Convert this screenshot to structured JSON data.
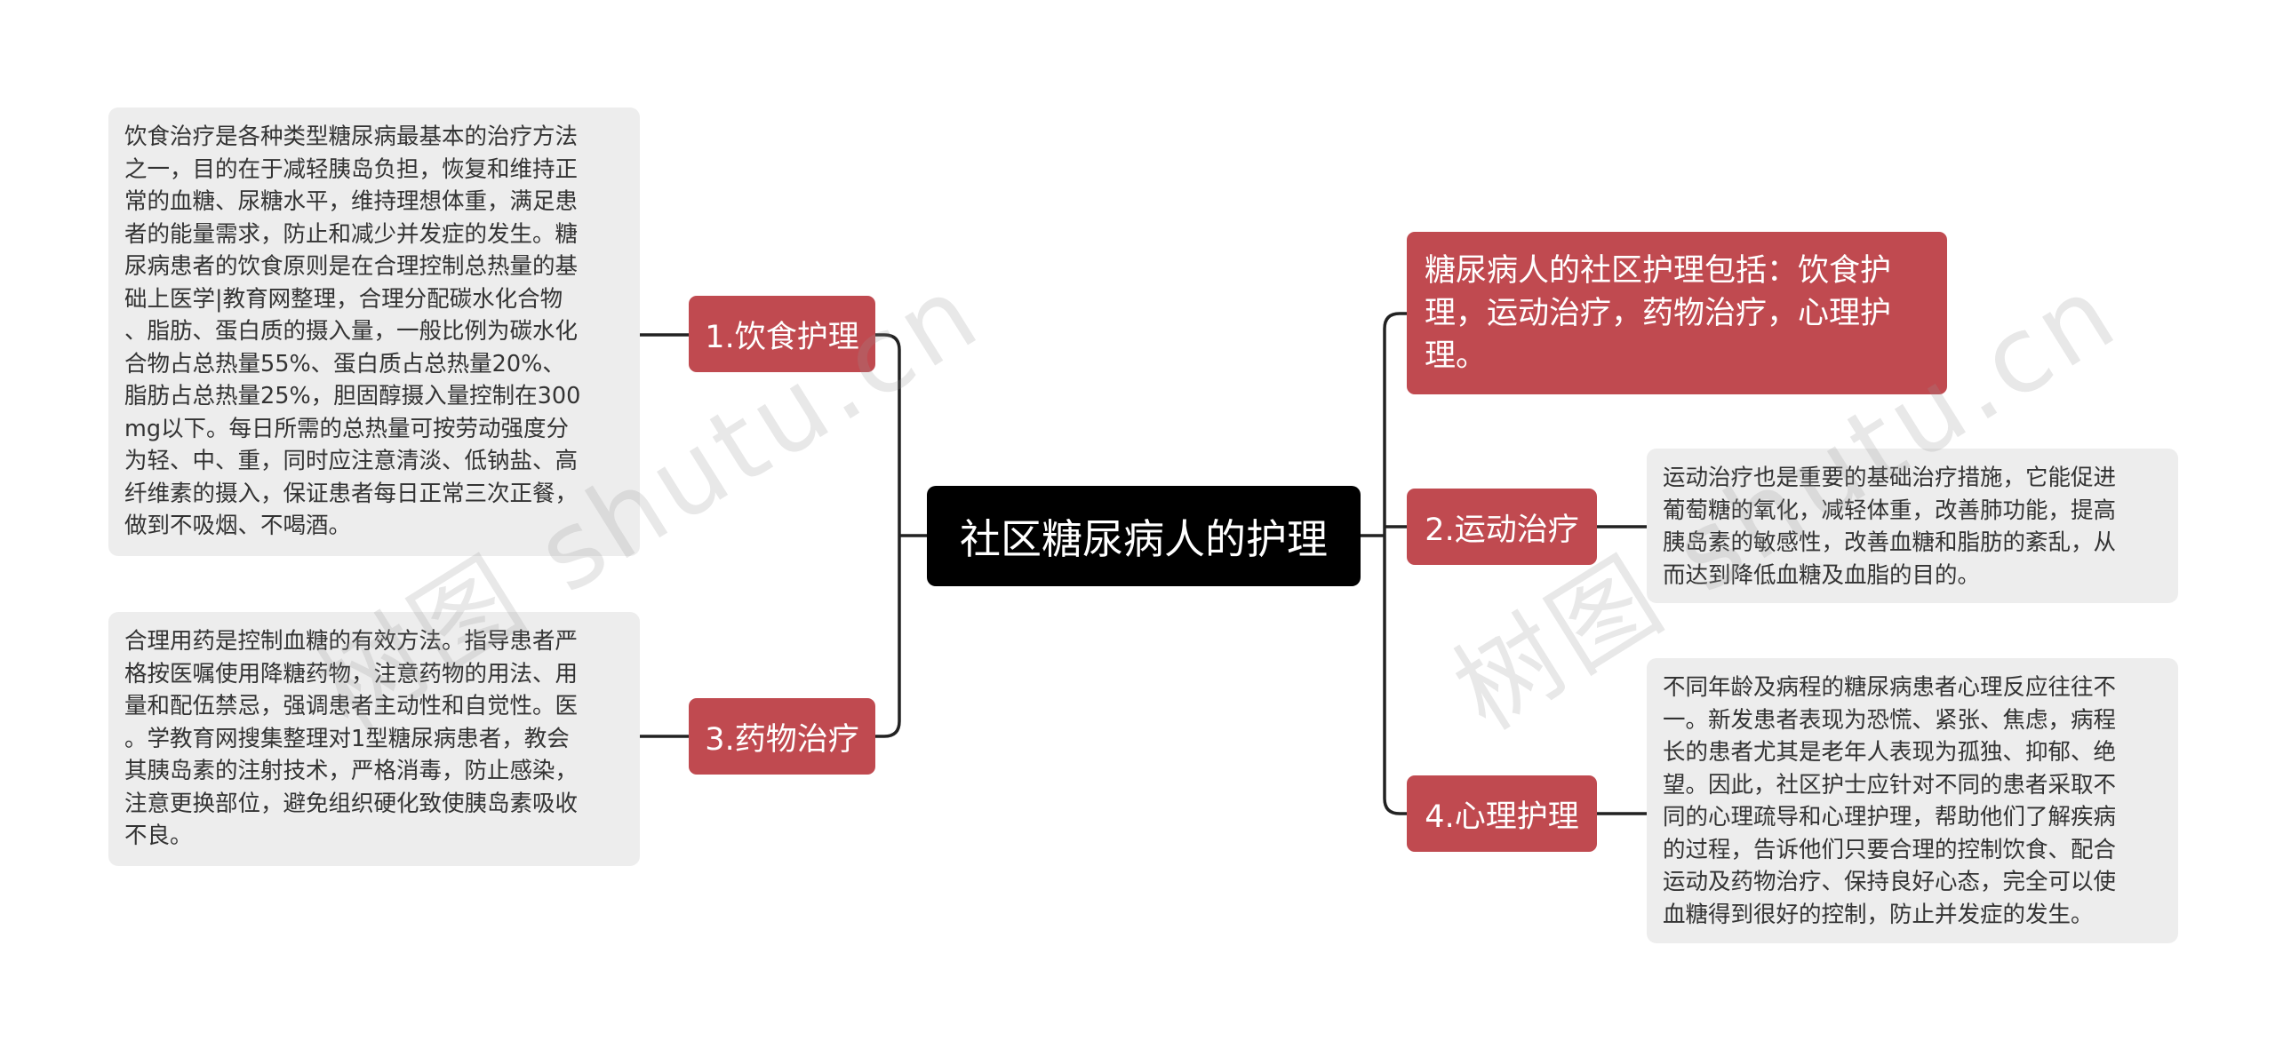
{
  "root": {
    "title": "社区糖尿病人的护理"
  },
  "summary": {
    "text": [
      "糖尿病人的社区护理包括：饮食护",
      "理，运动治疗，药物治疗，心理护",
      "理。"
    ]
  },
  "branches": [
    {
      "label": "1.饮食护理",
      "detail": [
        "饮食治疗是各种类型糖尿病最基本的治疗方法",
        "之一，目的在于减轻胰岛负担，恢复和维持正",
        "常的血糖、尿糖水平，维持理想体重，满足患",
        "者的能量需求，防止和减少并发症的发生。糖",
        "尿病患者的饮食原则是在合理控制总热量的基",
        "础上医学|教育网整理，合理分配碳水化合物",
        "、脂肪、蛋白质的摄入量，一般比例为碳水化",
        "合物占总热量55%、蛋白质占总热量20%、",
        "脂肪占总热量25%，胆固醇摄入量控制在300",
        "mg以下。每日所需的总热量可按劳动强度分",
        "为轻、中、重，同时应注意清淡、低钠盐、高",
        "纤维素的摄入，保证患者每日正常三次正餐，",
        "做到不吸烟、不喝酒。"
      ]
    },
    {
      "label": "2.运动治疗",
      "detail": [
        "运动治疗也是重要的基础治疗措施，它能促进",
        "葡萄糖的氧化，减轻体重，改善肺功能，提高",
        "胰岛素的敏感性，改善血糖和脂肪的紊乱，从",
        "而达到降低血糖及血脂的目的。"
      ]
    },
    {
      "label": "3.药物治疗",
      "detail": [
        "合理用药是控制血糖的有效方法。指导患者严",
        "格按医嘱使用降糖药物，注意药物的用法、用",
        "量和配伍禁忌，强调患者主动性和自觉性。医",
        "。学教育网搜集整理对1型糖尿病患者，教会",
        "其胰岛素的注射技术，严格消毒，防止感染，",
        "注意更换部位，避免组织硬化致使胰岛素吸收",
        "不良。"
      ]
    },
    {
      "label": "4.心理护理",
      "detail": [
        "不同年龄及病程的糖尿病患者心理反应往往不",
        "一。新发患者表现为恐慌、紧张、焦虑，病程",
        "长的患者尤其是老年人表现为孤独、抑郁、绝",
        "望。因此，社区护士应针对不同的患者采取不",
        "同的心理疏导和心理护理，帮助他们了解疾病",
        "的过程，告诉他们只要合理的控制饮食、配合",
        "运动及药物治疗、保持良好心态，完全可以使",
        "血糖得到很好的控制，防止并发症的发生。"
      ]
    }
  ],
  "watermarks": [
    "树图 shutu.cn",
    "树图 shutu.cn"
  ],
  "colors": {
    "root": "#000000",
    "branch": "#c04a50",
    "leaf": "#ededed",
    "line": "#222222"
  }
}
